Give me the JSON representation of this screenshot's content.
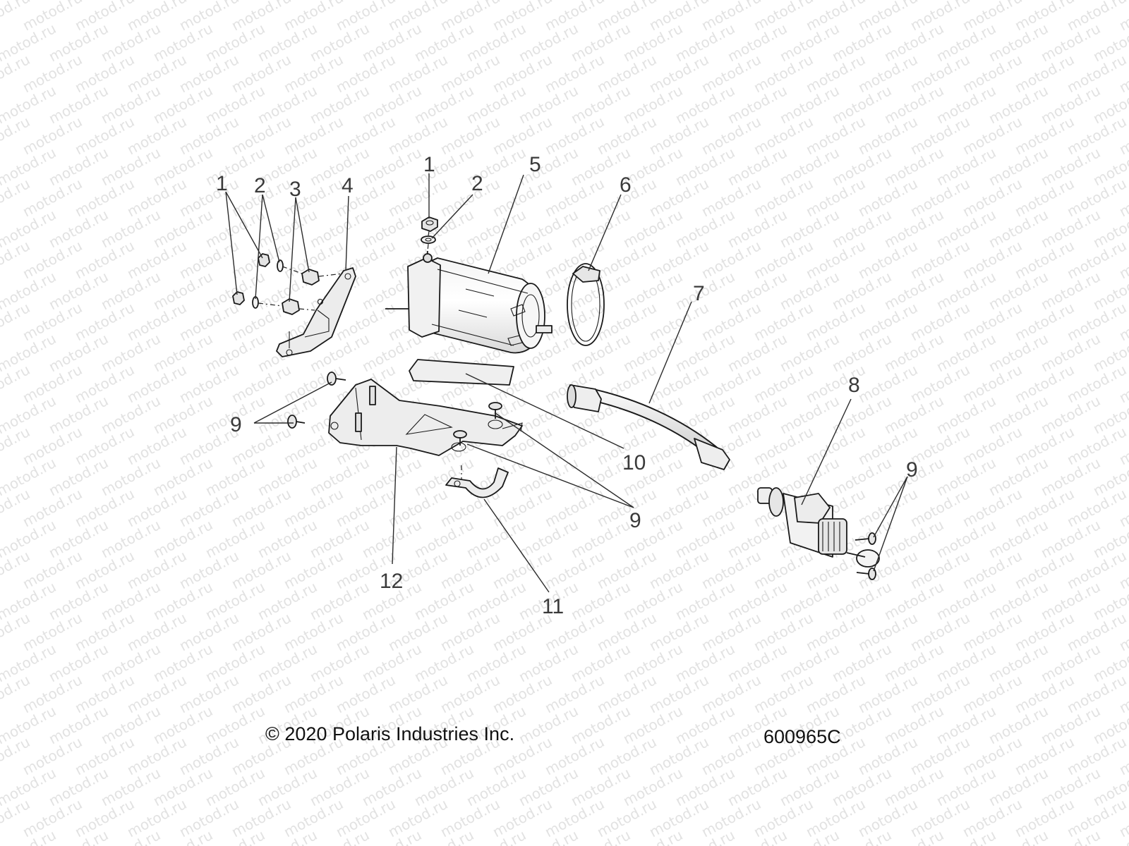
{
  "watermark": {
    "text": "motod.ru"
  },
  "callouts": [
    {
      "id": "c1a",
      "label": "1"
    },
    {
      "id": "c2a",
      "label": "2"
    },
    {
      "id": "c3",
      "label": "3"
    },
    {
      "id": "c4",
      "label": "4"
    },
    {
      "id": "c1b",
      "label": "1"
    },
    {
      "id": "c2b",
      "label": "2"
    },
    {
      "id": "c5",
      "label": "5"
    },
    {
      "id": "c6",
      "label": "6"
    },
    {
      "id": "c7",
      "label": "7"
    },
    {
      "id": "c8",
      "label": "8"
    },
    {
      "id": "c9a",
      "label": "9"
    },
    {
      "id": "c9b",
      "label": "9"
    },
    {
      "id": "c9c",
      "label": "9"
    },
    {
      "id": "c10",
      "label": "10"
    },
    {
      "id": "c11",
      "label": "11"
    },
    {
      "id": "c12",
      "label": "12"
    }
  ],
  "footer": {
    "copyright": "© 2020 Polaris Industries Inc.",
    "diagram_number": "600965C"
  }
}
